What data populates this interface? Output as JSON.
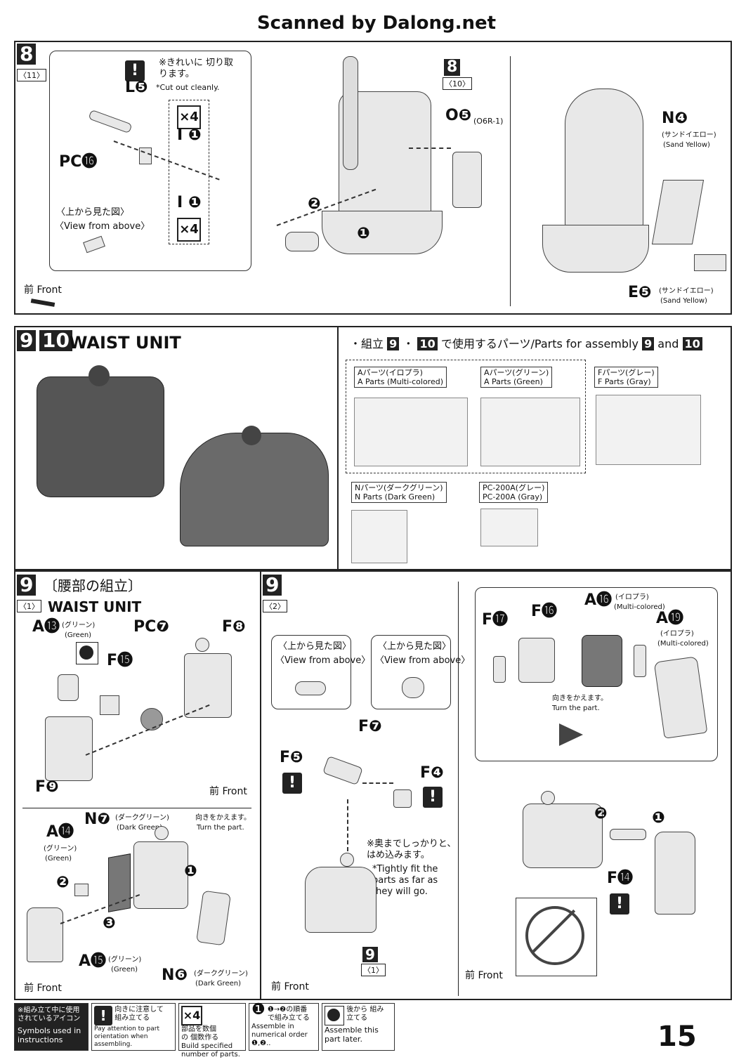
{
  "scan_credit": "Scanned by Dalong.net",
  "page_number": "15",
  "step8": {
    "num": "8",
    "sub": "〈11〉",
    "ref_num": "8",
    "ref_sub": "〈10〉",
    "cut_note_jp": "※きれいに 切り取ります。",
    "cut_note_en": "*Cut out cleanly.",
    "part_L5": "L❺",
    "part_PC16": "PC⓰",
    "x4_a": "×4",
    "x4_b": "×4",
    "part_I1a": "I ❶",
    "part_I1b": "I ❶",
    "view_above_jp": "〈上から見た図〉",
    "view_above_en": "〈View from above〉",
    "part_O5": "O❺",
    "part_O5_code": "(O6R-1)",
    "part_N4": "N❹",
    "part_N4_jp": "(サンドイエロー)",
    "part_N4_en": "(Sand Yellow)",
    "part_E5": "E❺",
    "part_E5_jp": "(サンドイエロー)",
    "part_E5_en": "(Sand Yellow)",
    "front": "前 Front",
    "seq1": "❶",
    "seq2": "❷"
  },
  "step910": {
    "num_a": "9",
    "num_b": "10",
    "title": "WAIST UNIT",
    "parts_heading_prefix": "・組立",
    "parts_heading_mid": "・",
    "parts_heading_text": "で使用するパーツ/Parts for assembly",
    "parts_heading_and": "and",
    "num_a_small": "9",
    "num_b_small": "10",
    "runners": [
      {
        "jp": "Aパーツ(イロプラ)",
        "en": "A Parts (Multi-colored)"
      },
      {
        "jp": "Aパーツ(グリーン)",
        "en": "A Parts (Green)"
      },
      {
        "jp": "Fパーツ(グレー)",
        "en": "F Parts (Gray)"
      },
      {
        "jp": "Nパーツ(ダークグリーン)",
        "en": "N Parts (Dark Green)"
      },
      {
        "jp": "PC-200A(グレー)",
        "en": "PC-200A (Gray)"
      }
    ]
  },
  "step9_1": {
    "num": "9",
    "sub": "〈1〉",
    "title_jp": "〔腰部の組立〕",
    "title_en": "WAIST UNIT",
    "A13": "A⓭",
    "A13_jp": "(グリーン)",
    "A13_en": "(Green)",
    "PC7": "PC❼",
    "F8": "F❽",
    "F15": "F⓯",
    "F9": "F❾",
    "front1": "前 Front",
    "N7": "N❼",
    "N7_jp": "(ダークグリーン)",
    "N7_en": "(Dark Green)",
    "turn_jp": "向きをかえます。",
    "turn_en": "Turn the part.",
    "A14": "A⓮",
    "A14_jp": "(グリーン)",
    "A14_en": "(Green)",
    "A15": "A⓯",
    "A15_jp": "(グリーン)",
    "A15_en": "(Green)",
    "N6": "N❻",
    "N6_jp": "(ダークグリーン)",
    "N6_en": "(Dark Green)",
    "front2": "前 Front",
    "seq1": "❶",
    "seq2": "❷",
    "seq3": "❸"
  },
  "step9_2": {
    "num": "9",
    "sub": "〈2〉",
    "view1_jp": "〈上から見た図〉",
    "view1_en": "〈View from above〉",
    "view2_jp": "〈上から見た図〉",
    "view2_en": "〈View from above〉",
    "F7": "F❼",
    "F5": "F❺",
    "F4": "F❹",
    "fit_jp": "※奥までしっかりと、 はめ込みます。",
    "fit_en": "*Tightly fit the parts as far as they will go.",
    "ref_num": "9",
    "ref_sub": "〈1〉",
    "front": "前 Front",
    "F17": "F⓱",
    "F16": "F⓰",
    "A16": "A⓰",
    "A16_jp": "(イロプラ)",
    "A16_en": "(Multi-colored)",
    "A19": "A⓳",
    "A19_jp": "(イロプラ)",
    "A19_en": "(Multi-colored)",
    "turn_jp": "向きをかえます。",
    "turn_en": "Turn the part.",
    "F14": "F⓮",
    "front2": "前 Front",
    "seq1": "❶",
    "seq2": "❷"
  },
  "legend": {
    "heading_jp": "※組み立て中に使用 されているアイコン",
    "heading_en": "Symbols used in instructions",
    "items": [
      {
        "jp": "向きに注意して 組み立てる",
        "en": "Pay attention to part orientation when assembling."
      },
      {
        "jp": "部品を数個の 個数作る",
        "en": "Build specified number of parts."
      },
      {
        "jp": "❶→❷の順番 で組み立てる",
        "en": "Assemble in numerical order ❶,❷.."
      },
      {
        "jp": "後から 組み立てる",
        "en": "Assemble this part later."
      }
    ],
    "x4": "×4",
    "num1": "❶"
  }
}
